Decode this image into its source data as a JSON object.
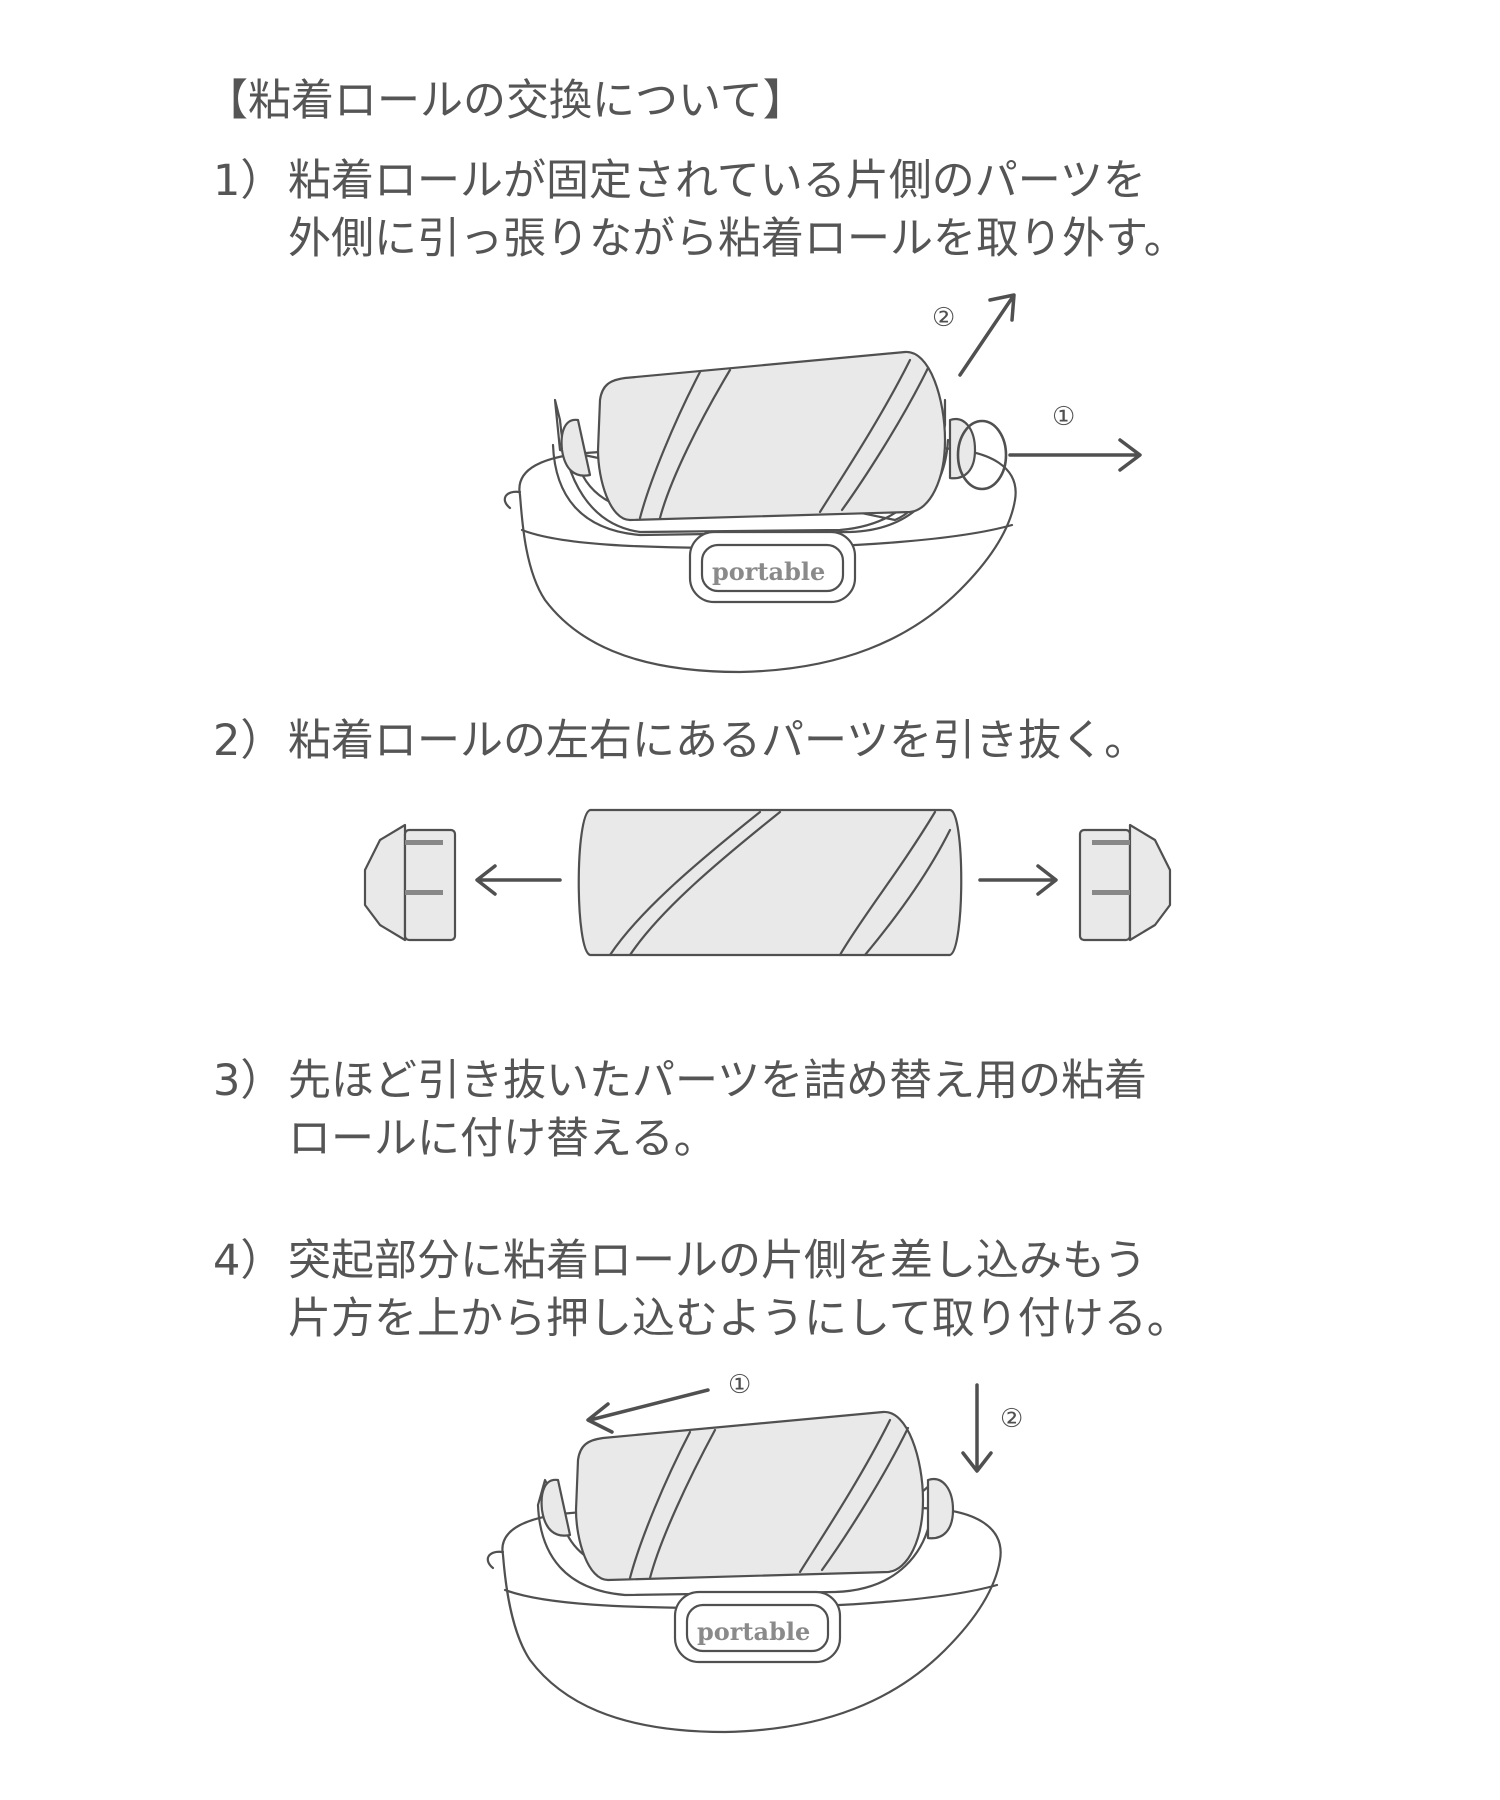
{
  "heading": "【粘着ロールの交換について】",
  "steps": [
    {
      "number": "1）",
      "lines": [
        "粘着ロールが固定されている片側のパーツを",
        "外側に引っ張りながら粘着ロールを取り外す。"
      ]
    },
    {
      "number": "2）",
      "lines": [
        "粘着ロールの左右にあるパーツを引き抜く。"
      ]
    },
    {
      "number": "3）",
      "lines": [
        "先ほど引き抜いたパーツを詰め替え用の粘着",
        "ロールに付け替える。"
      ]
    },
    {
      "number": "4）",
      "lines": [
        "突起部分に粘着ロールの片側を差し込みもう",
        "片方を上から押し込むようにして取り付ける。"
      ]
    }
  ],
  "diagram_labels": {
    "circle_1": "①",
    "circle_2": "②",
    "brand_logo": "portable"
  }
}
